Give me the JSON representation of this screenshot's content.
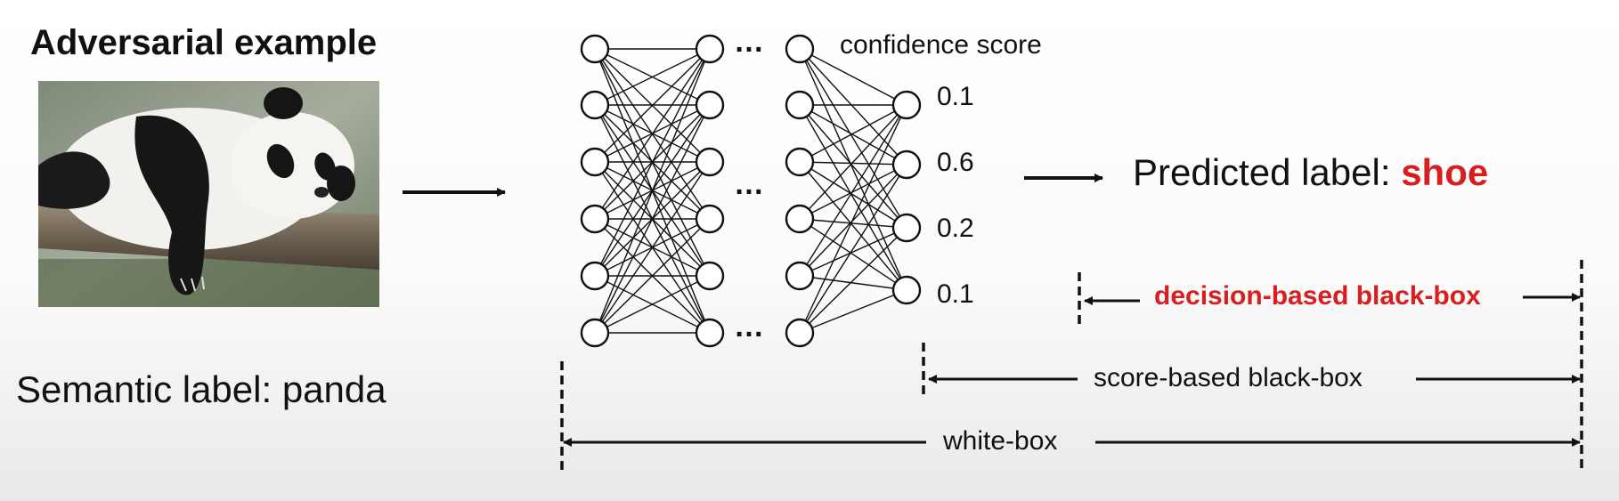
{
  "title": "Adversarial example",
  "semantic_label": "Semantic label: panda",
  "predicted": {
    "prefix": "Predicted label: ",
    "value": "shoe"
  },
  "confidence_header": "confidence score",
  "scores": [
    "0.1",
    "0.6",
    "0.2",
    "0.1"
  ],
  "ellipsis": "…",
  "ranges": {
    "decision": "decision-based black-box",
    "score": "score-based black-box",
    "white": "white-box"
  },
  "colors": {
    "accent": "#d81e1e",
    "ink": "#111111"
  },
  "image": {
    "icon": "panda-photo"
  }
}
